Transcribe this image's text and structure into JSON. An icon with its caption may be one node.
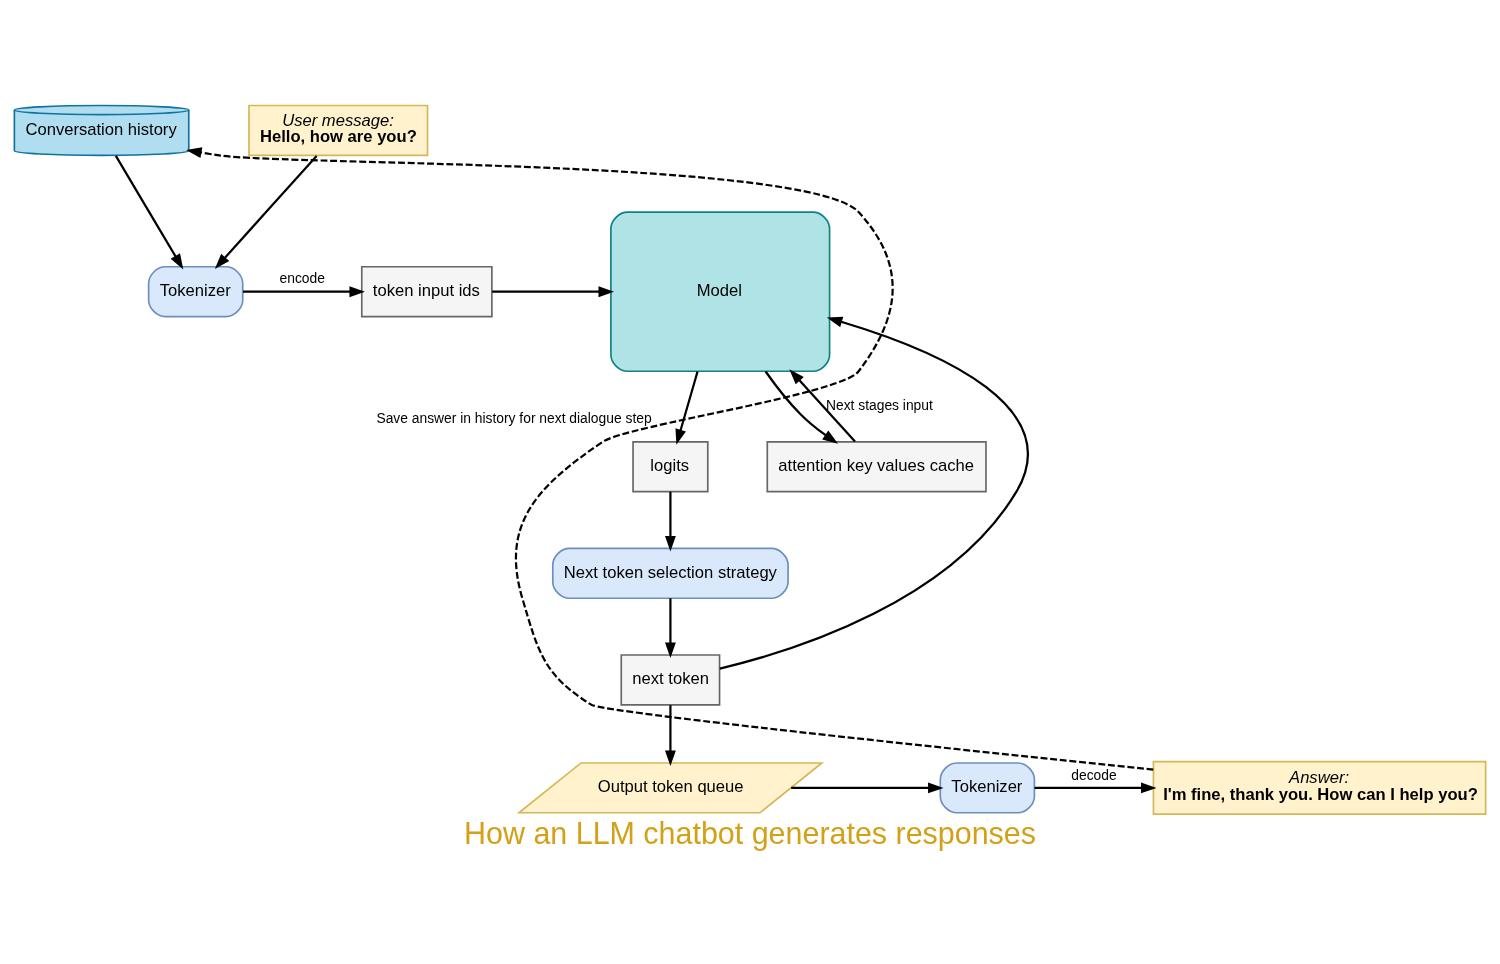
{
  "diagram": {
    "caption": "How an LLM chatbot generates responses",
    "nodes": [
      {
        "text": [
          "Conversation history"
        ]
      },
      {
        "text": [
          "Tokenizer"
        ]
      },
      {
        "text": [
          "token input ids"
        ]
      },
      {
        "text": [
          "Model"
        ]
      },
      {
        "text": [
          "User message:",
          "Hello, how are you?"
        ]
      },
      {
        "text": [
          "logits"
        ]
      },
      {
        "text": [
          "attention key values cache"
        ]
      },
      {
        "text": [
          "Next token selection strategy"
        ]
      },
      {
        "text": [
          "next token"
        ]
      },
      {
        "text": [
          "Output token queue"
        ]
      },
      {
        "text": [
          "Tokenizer"
        ]
      },
      {
        "text": [
          "Answer:",
          "I'm fine, thank you. How can I help you?"
        ]
      }
    ],
    "edges": [
      {
        "from": 0,
        "to": 1,
        "arrow": "to"
      },
      {
        "from": 4,
        "to": 1,
        "arrow": "to"
      },
      {
        "from": 1,
        "to": 2,
        "arrow": "to",
        "label": "encode"
      },
      {
        "from": 2,
        "to": 3,
        "arrow": "to"
      },
      {
        "from": 3,
        "to": 5,
        "arrow": "to"
      },
      {
        "from": 3,
        "to": 6,
        "arrow": "to"
      },
      {
        "from": 5,
        "to": 7,
        "arrow": "to"
      },
      {
        "from": 7,
        "to": 8,
        "arrow": "to"
      },
      {
        "from": 8,
        "to": 3,
        "arrow": "to"
      },
      {
        "from": 6,
        "to": 3,
        "arrow": "to",
        "label": "Next stages input"
      },
      {
        "from": 8,
        "to": 9,
        "arrow": "to"
      },
      {
        "from": 9,
        "to": 10,
        "arrow": "to"
      },
      {
        "from": 10,
        "to": 11,
        "arrow": "to",
        "label": "decode"
      },
      {
        "from": 11,
        "to": 0,
        "arrow": "to",
        "style": "dashed",
        "label": "Save answer in history for next dialogue step"
      }
    ]
  }
}
